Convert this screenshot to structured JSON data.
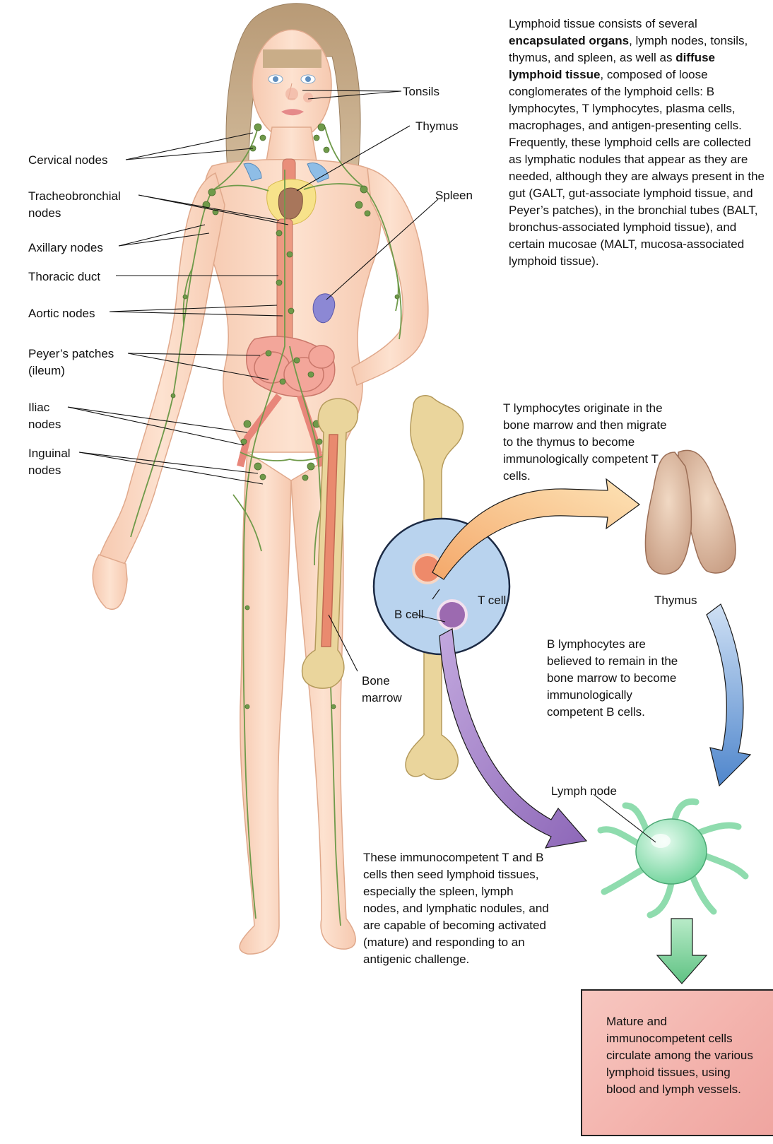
{
  "labels": {
    "tonsils": "Tonsils",
    "thymus_top": "Thymus",
    "cervical_nodes": "Cervical nodes",
    "tracheobronchial_nodes": "Tracheobronchial\nnodes",
    "spleen": "Spleen",
    "axillary_nodes": "Axillary nodes",
    "thoracic_duct": "Thoracic duct",
    "aortic_nodes": "Aortic nodes",
    "peyers_patches": "Peyer’s patches\n(ileum)",
    "iliac_nodes": "Iliac\nnodes",
    "inguinal_nodes": "Inguinal\nnodes",
    "bone_marrow": "Bone\nmarrow",
    "t_cell": "T cell",
    "b_cell": "B cell",
    "thymus_right": "Thymus",
    "lymph_node": "Lymph node"
  },
  "paragraphs": {
    "lymphoid_p1": "Lymphoid tissue consists of several",
    "lymphoid_b1": "encapsulated organs",
    "lymphoid_p2": ", lymph nodes, tonsils, thymus, and spleen, as well as",
    "lymphoid_b2": "diffuse lymphoid tissue",
    "lymphoid_p3": ", composed of loose conglomerates of the lymphoid cells: B lymphocytes, T lymphocytes, plasma cells, macrophages, and antigen-presenting cells. Frequently, these lymphoid cells are collected as lymphatic nodules that appear as they are needed, although they are always present in the gut (GALT, gut-associate lymphoid tissue, and Peyer’s patches), in the bronchial tubes (BALT, bronchus-associated lymphoid tissue), and certain mucosae (MALT, mucosa-associated lymphoid tissue).",
    "t_lymphocytes": "T lymphocytes originate in the bone marrow and then migrate to the thymus to become immunologically competent T cells.",
    "b_lymphocytes": "B lymphocytes are believed to remain in the bone marrow to become immunologically competent B cells.",
    "immunocompetent": "These immunocompetent T and B cells then seed lymphoid tissues, especially the spleen, lymph nodes, and lymphatic nodules, and are capable of becoming activated (mature) and responding to an antigenic challenge.",
    "mature_box": "Mature and immunocompetent cells circulate among the various lymphoid tissues, using blood and lymph vessels."
  },
  "colors": {
    "skin": "#fbd9c4",
    "lymph": "#6f9a4a",
    "bone": "#e9d49a",
    "marrow_circle": "#b9d3ee",
    "arrow_orange": "#f6c27e",
    "arrow_purple": "#9b7ac0",
    "arrow_blue": "#5c8fd0",
    "arrow_green": "#7fd09a",
    "box": "#f3b1ab"
  }
}
